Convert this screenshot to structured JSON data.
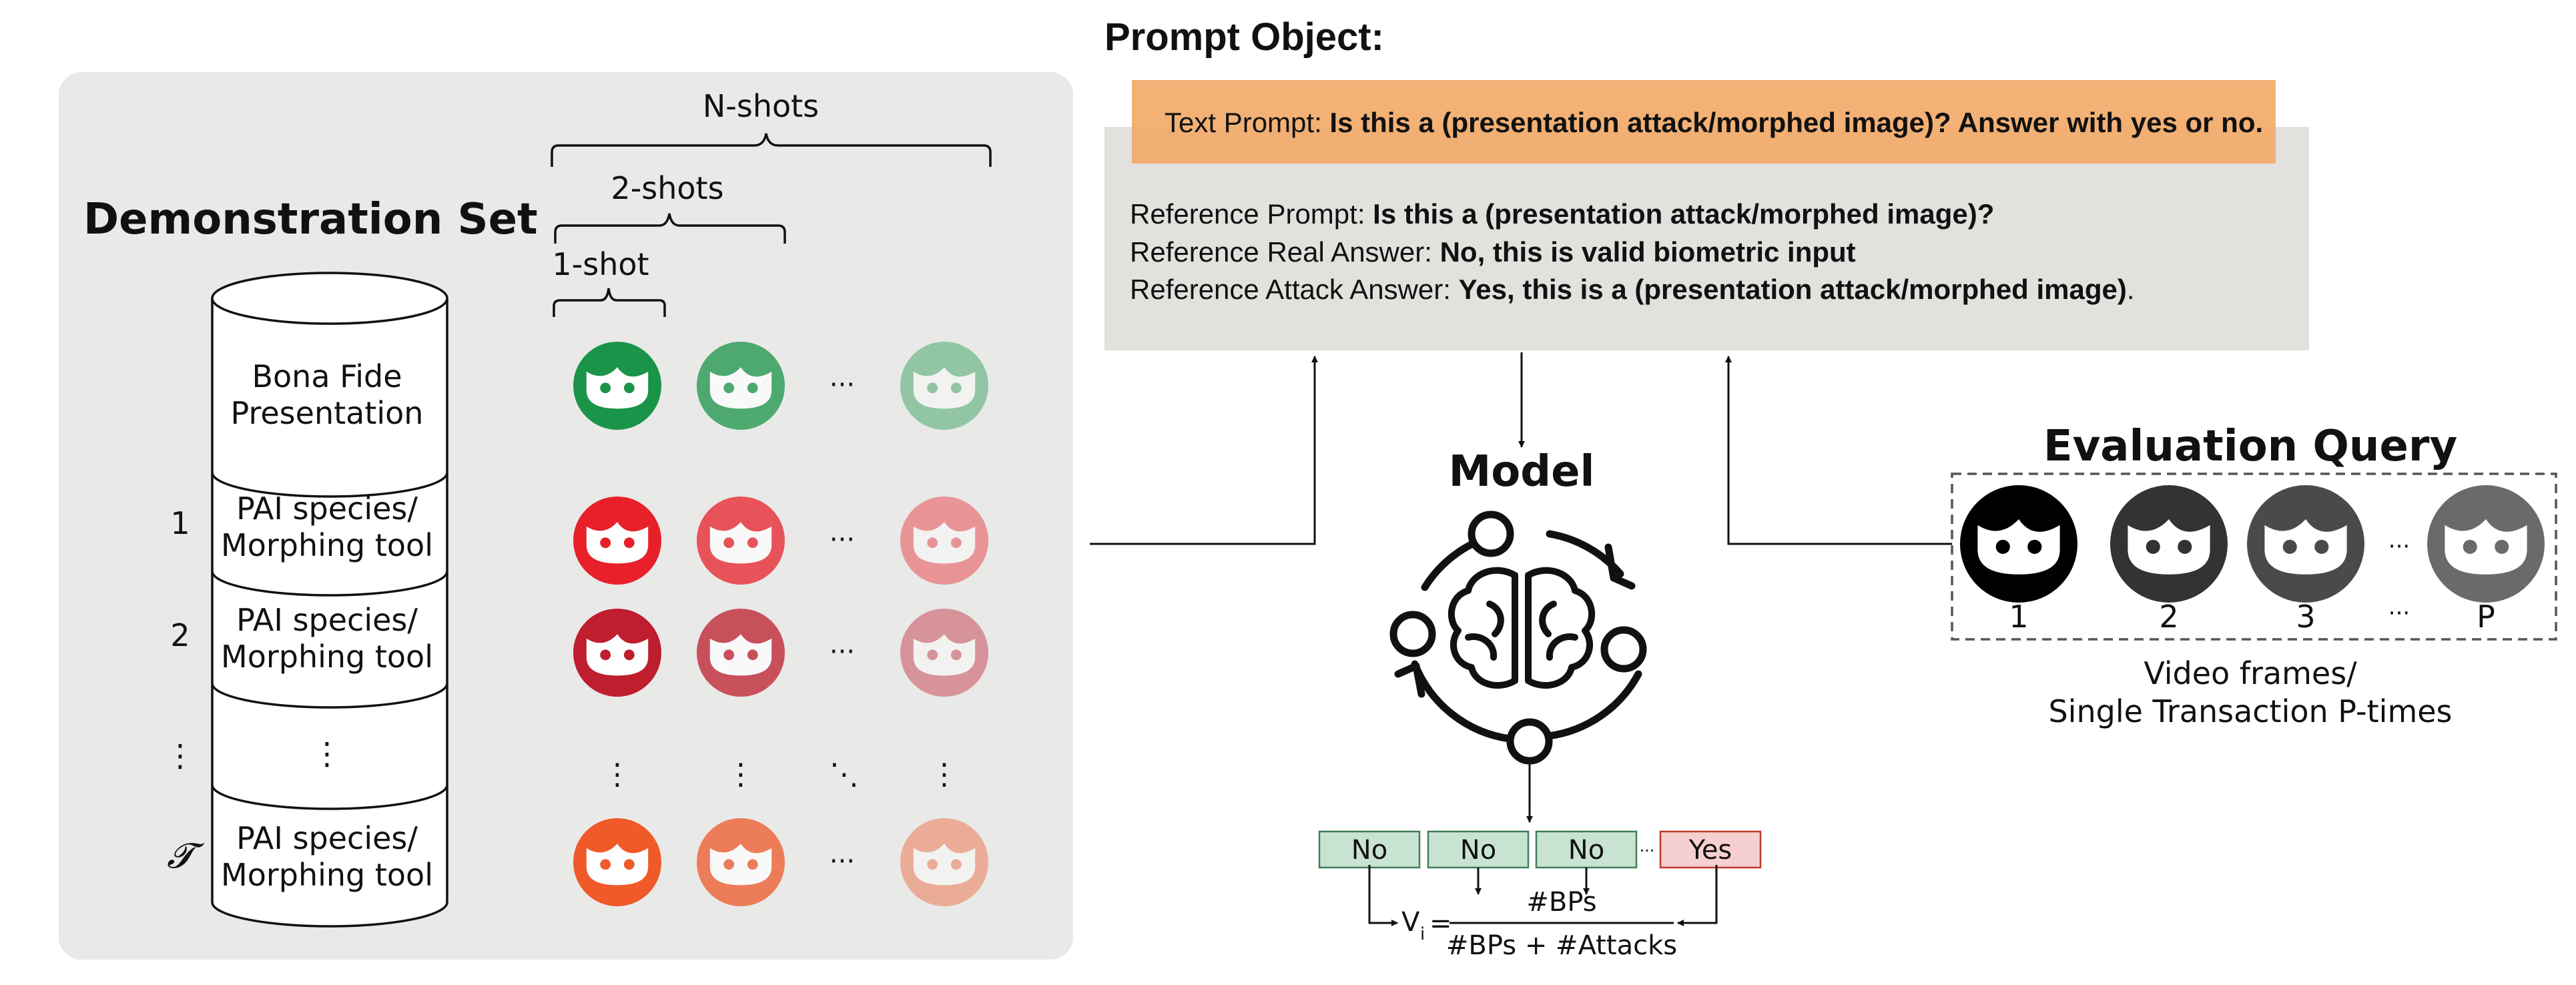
{
  "demo": {
    "title": "Demonstration Set",
    "nshots": "N-shots",
    "twoshots": "2-shots",
    "oneshot": "1-shot",
    "rows": [
      {
        "index": "",
        "label1": "Bona Fide",
        "label2": "Presentation",
        "color": "#1a9448"
      },
      {
        "index": "1",
        "label1": "PAI species/",
        "label2": "Morphing tool",
        "color": "#e8202a"
      },
      {
        "index": "2",
        "label1": "PAI species/",
        "label2": "Morphing tool",
        "color": "#be1e2d"
      },
      {
        "index": "⋮",
        "label1": "⋮",
        "label2": "",
        "color": ""
      },
      {
        "index": "𝓣",
        "label1": "PAI species/",
        "label2": "Morphing tool",
        "color": "#ef5a28"
      }
    ],
    "ellipsis": "···",
    "vdots": "⋮",
    "ddots": "⋱"
  },
  "prompt": {
    "title": "Prompt Object:",
    "text_prefix": "Text Prompt: ",
    "text_bold": "Is this a (presentation attack/morphed image)? Answer with yes or no.",
    "ref_prompt_prefix": "Reference Prompt: ",
    "ref_prompt_bold": "Is this a (presentation attack/morphed image)?",
    "ref_real_prefix": "Reference Real Answer: ",
    "ref_real_bold": "No, this is valid biometric input",
    "ref_attack_prefix": "Reference Attack Answer: ",
    "ref_attack_bold": "Yes, this is a (presentation attack/morphed image)",
    "ref_attack_suffix": "."
  },
  "model": {
    "title": "Model"
  },
  "evaluation": {
    "title": "Evaluation Query",
    "frames": [
      "1",
      "2",
      "3",
      "P"
    ],
    "ellipsis": "···",
    "caption1": "Video frames/",
    "caption2": "Single Transaction P-times"
  },
  "decisions": {
    "items": [
      "No",
      "No",
      "No",
      "Yes"
    ],
    "dots": "···",
    "colors": {
      "no": "#c9e3d3",
      "yes": "#f6d0d0"
    }
  },
  "formula": {
    "lhs": "V",
    "sub": "i",
    "eq": "=",
    "numerator": "#BPs",
    "denominator": "#BPs + #Attacks"
  },
  "colors": {
    "panel": "#e9e9e8",
    "prompt_box": "#e3e1de",
    "text_prompt": "#f2ab6b",
    "bona_fide": "#1a9448",
    "pai1": "#e8202a",
    "pai2": "#be1e2d",
    "pai3": "#ef5a28"
  }
}
